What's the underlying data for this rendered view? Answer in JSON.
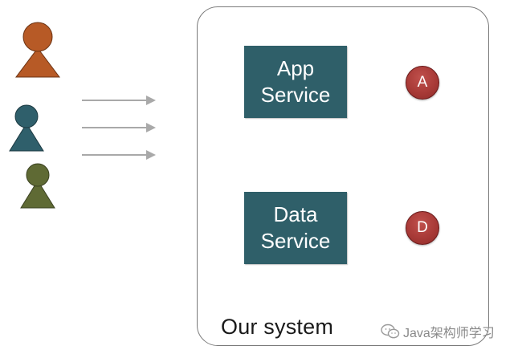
{
  "system": {
    "label": "Our system"
  },
  "services": [
    {
      "line1": "App",
      "line2": "Service"
    },
    {
      "line1": "Data",
      "line2": "Service"
    }
  ],
  "databases": [
    {
      "label": "A"
    },
    {
      "label": "D"
    }
  ],
  "users": [
    {
      "icon": "user-icon",
      "color": "#b75a26"
    },
    {
      "icon": "user-icon",
      "color": "#2f5f6b"
    },
    {
      "icon": "user-icon",
      "color": "#5f6a34"
    }
  ],
  "colors": {
    "service_fill": "#2f5f69",
    "database_fill": "#a83a37",
    "arrow": "#a9a9a9",
    "border": "#7a7a7a"
  },
  "watermark": {
    "text": "Java架构师学习"
  }
}
